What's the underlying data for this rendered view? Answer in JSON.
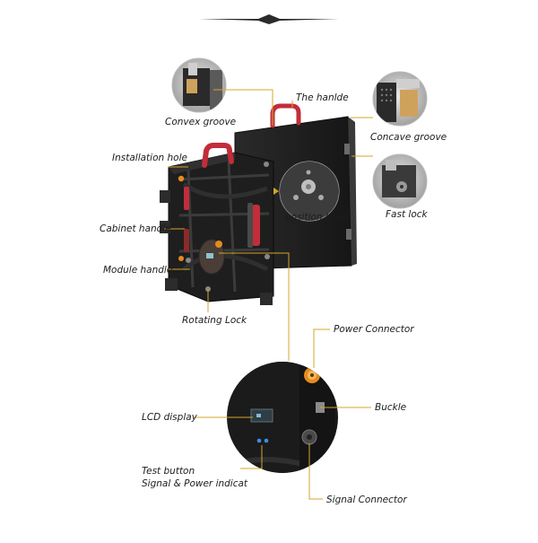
{
  "labels": {
    "convex_groove": "Convex groove",
    "the_handle": "The hanlde",
    "concave_groove": "Concave groove",
    "installation_hole": "Installation hole",
    "position_bead": "position bead",
    "fast_lock": "Fast lock",
    "cabinet_handle": "Cabinet handle",
    "module_handle": "Module handle",
    "rotating_lock": "Rotating Lock",
    "power_connector": "Power Connector",
    "lcd_display": "LCD display",
    "buckle": "Buckle",
    "test_button": "Test button",
    "signal_power": "Signal & Power indicat",
    "signal_connector": "Signal Connector"
  },
  "colors": {
    "leader_line": "#d7a42a",
    "cabinet_body": "#1f1f1f",
    "handle_red": "#c22d3a",
    "connector_orange": "#e58a1f"
  }
}
